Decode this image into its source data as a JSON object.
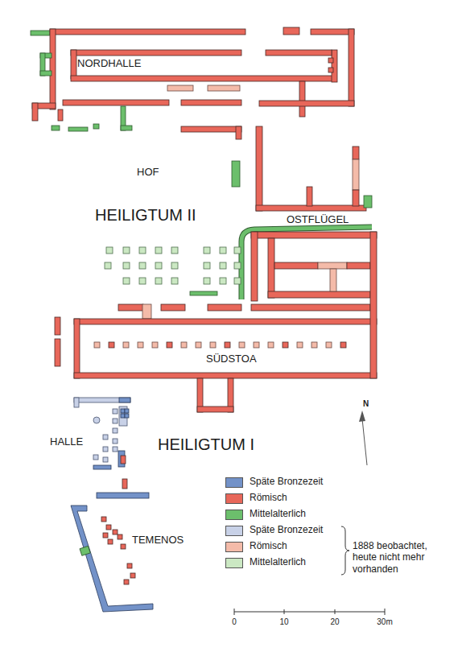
{
  "diagram": {
    "labels": [
      "NORDHALLE",
      "HOF",
      "HEILIGTUM II",
      "OSTFLÜGEL",
      "SÜDSTOA",
      "HALLE",
      "HEILIGTUM I",
      "TEMENOS",
      "N",
      "1888 beobachtet, heute nicht mehr vorhanden",
      "0",
      "10",
      "20",
      "30m"
    ],
    "legend": [
      {
        "text": "Späte Bronzezeit",
        "color": "#7392c8"
      },
      {
        "text": "Römisch",
        "color": "#e8675a"
      },
      {
        "text": "Mittelalterlich",
        "color": "#6cbf6c"
      },
      {
        "text": "Späte Bronzezeit",
        "color": "#c8d1e7"
      },
      {
        "text": "Römisch",
        "color": "#f4bba9"
      },
      {
        "text": "Mittelalterlich",
        "color": "#cbe8c3"
      }
    ]
  }
}
